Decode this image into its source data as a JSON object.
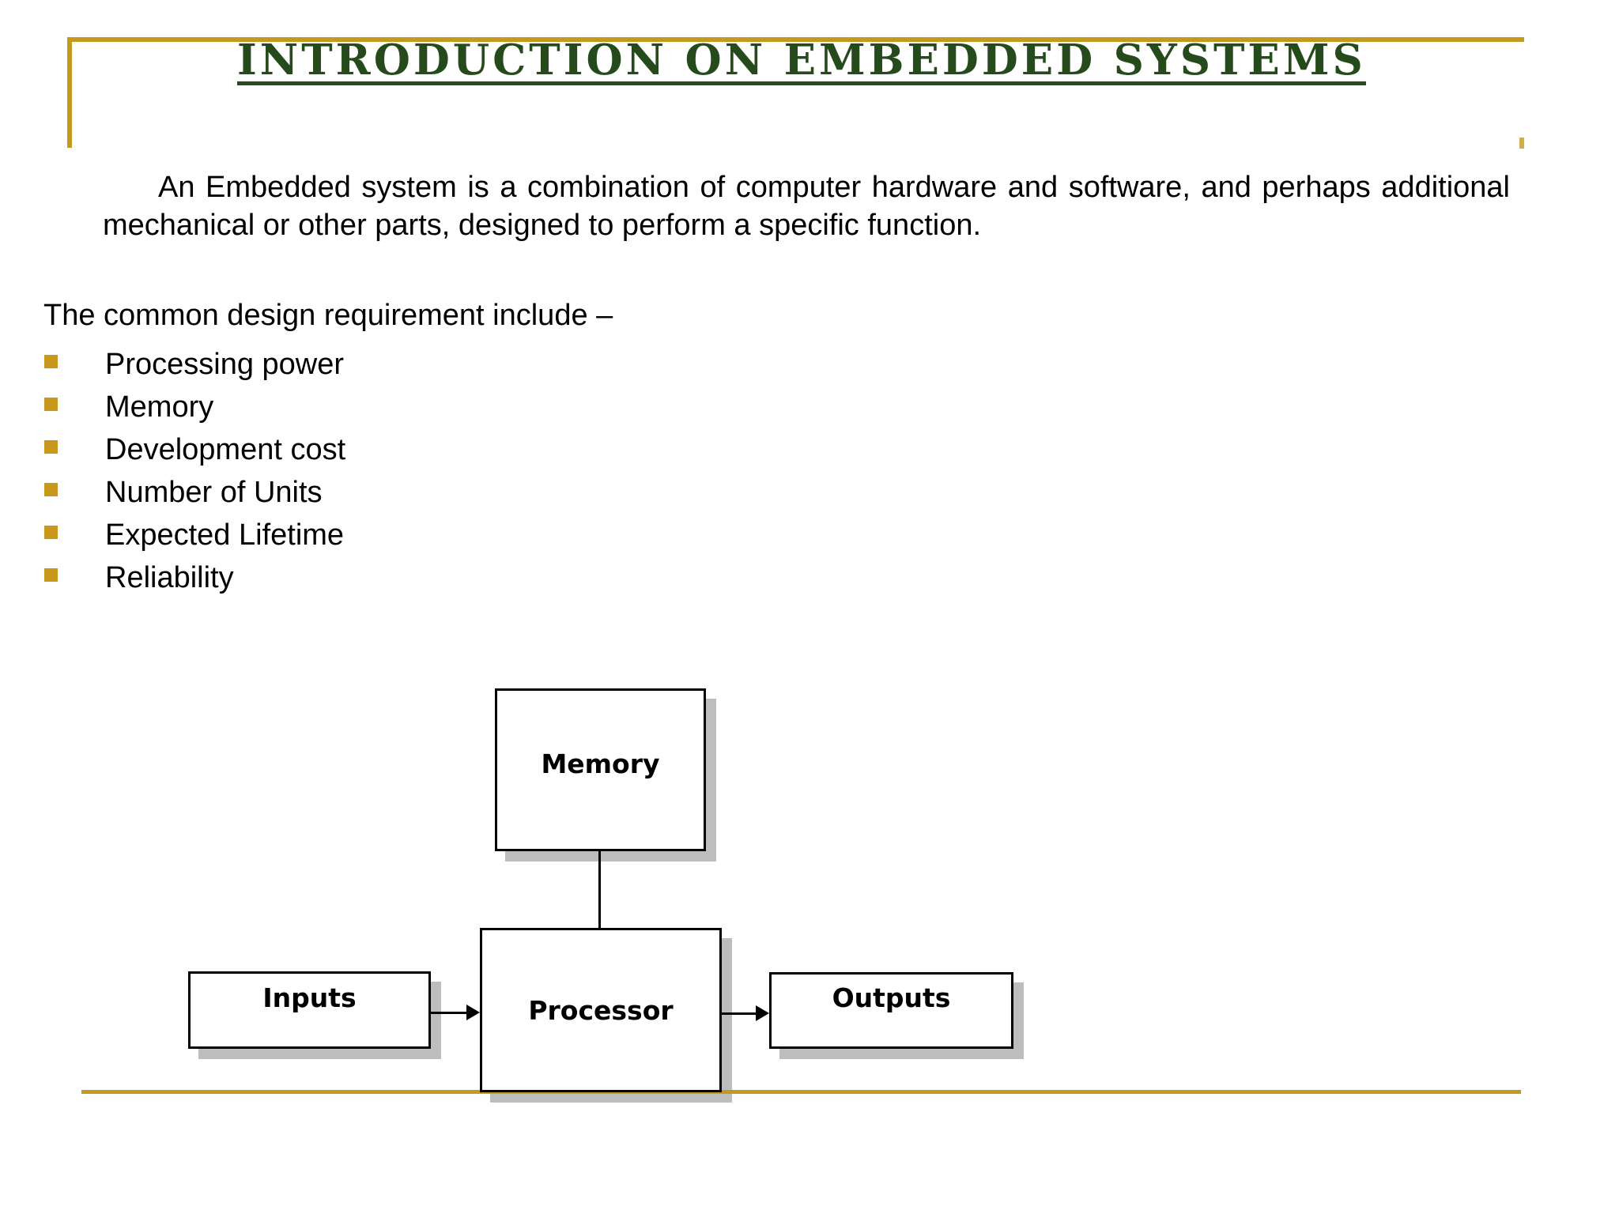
{
  "slide": {
    "title": "INTRODUCTION ON EMBEDDED SYSTEMS",
    "intro_paragraph": "An Embedded system is a combination of computer hardware and software, and perhaps additional mechanical or other parts, designed to perform a specific function.",
    "requirements_heading": "The common design requirement include –",
    "requirements": [
      "Processing power",
      "Memory",
      "Development cost",
      "Number of Units",
      "Expected Lifetime",
      "Reliability"
    ]
  },
  "diagram": {
    "boxes": [
      {
        "id": "memory",
        "label": "Memory"
      },
      {
        "id": "processor",
        "label": "Processor"
      },
      {
        "id": "inputs",
        "label": "Inputs"
      },
      {
        "id": "outputs",
        "label": "Outputs"
      }
    ]
  },
  "colors": {
    "title_green": "#254B1D",
    "accent_gold": "#C49A1E",
    "bullet_gold": "#C8981D",
    "shadow_gray": "#BDBDBD"
  }
}
